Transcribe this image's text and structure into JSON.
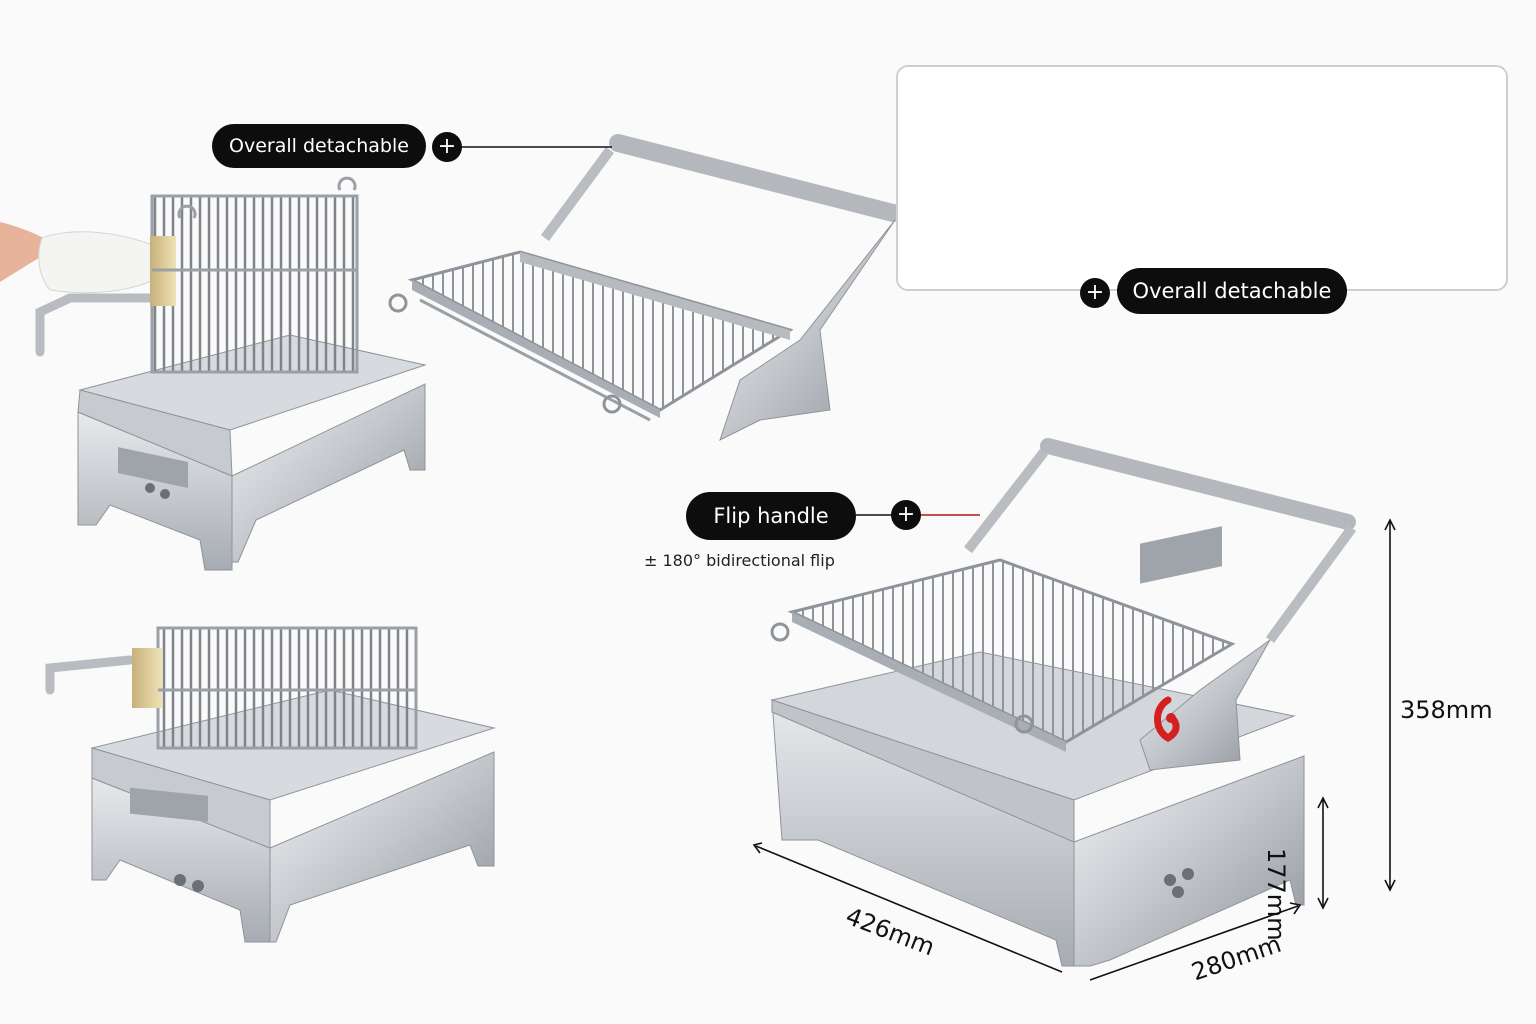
{
  "callouts": {
    "detachable_top": "Overall detachable",
    "detachable_inset": "Overall detachable",
    "flip_handle": "Flip handle",
    "flip_subtitle": "± 180° bidirectional flip",
    "plus_symbol": "+"
  },
  "dimensions": {
    "height_total": "358mm",
    "height_body": "177mm",
    "length": "426mm",
    "width": "280mm"
  },
  "colors": {
    "background": "#fafafa",
    "callout_bg": "#0d0d0d",
    "steel": "#c9ccd0",
    "accent_red": "#d42020"
  }
}
